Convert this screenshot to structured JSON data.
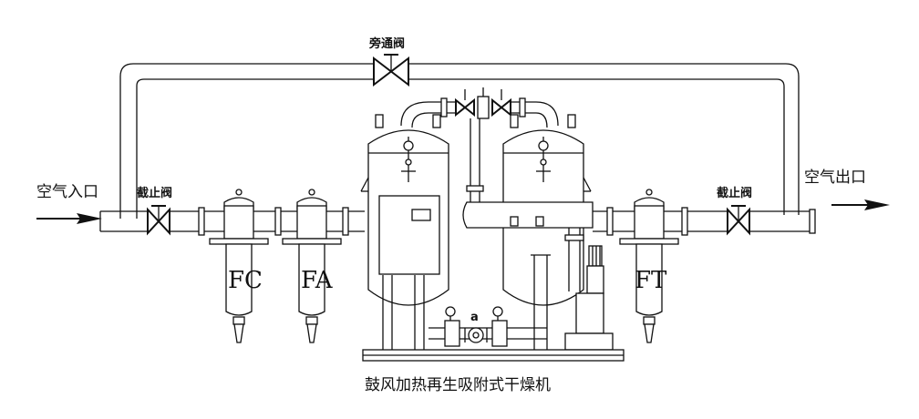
{
  "labels": {
    "bypass_valve": "旁通阀",
    "inlet_stop_valve": "截止阀",
    "outlet_stop_valve": "截止阀",
    "air_inlet": "空气入口",
    "air_outlet": "空气出口",
    "filter_fc": "FC",
    "filter_fa": "FA",
    "filter_ft": "FT",
    "valve_mark": "a",
    "caption": "鼓风加热再生吸附式干燥机"
  },
  "colors": {
    "line": "#111111",
    "background": "#ffffff"
  }
}
